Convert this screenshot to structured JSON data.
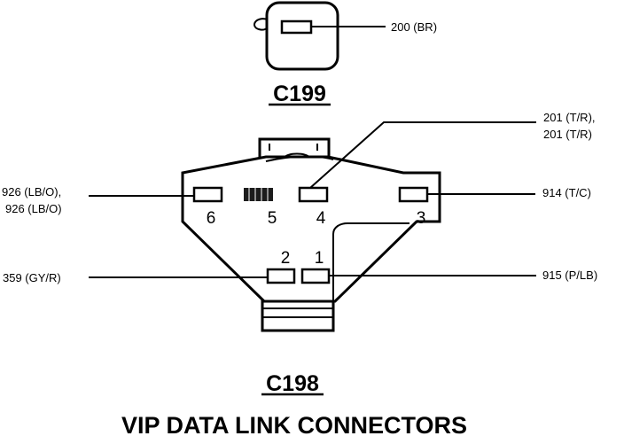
{
  "c199": {
    "title": "C199",
    "wire": "200 (BR)"
  },
  "c198": {
    "title": "C198",
    "pins": {
      "p1": "1",
      "p2": "2",
      "p3": "3",
      "p4": "4",
      "p5": "5",
      "p6": "6"
    },
    "wires": {
      "w201_line1": "201 (T/R),",
      "w201_line2": "201 (T/R)",
      "w926_line1": "926 (LB/O),",
      "w926_line2": "926 (LB/O)",
      "w914": "914 (T/C)",
      "w359": "359 (GY/R)",
      "w915": "915 (P/LB)"
    }
  },
  "caption": "VIP DATA LINK CONNECTORS"
}
